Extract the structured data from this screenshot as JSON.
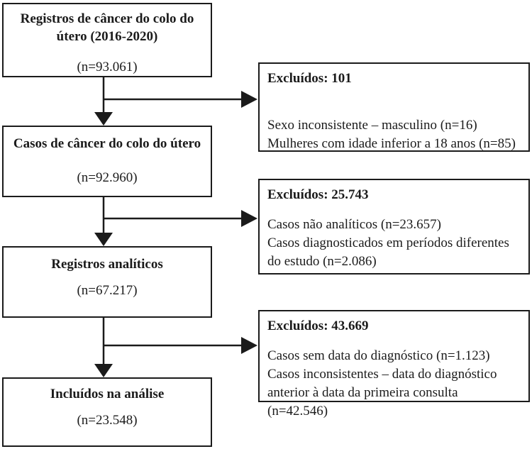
{
  "figure": {
    "kind": "study-selection-flowchart",
    "language": "pt-BR"
  },
  "colors": {
    "border": "#1b1b1b",
    "text": "#1b1b1b",
    "arrow": "#1b1b1b",
    "background": "#ffffff"
  },
  "flow_boxes": [
    {
      "title": "Registros de câncer do colo do útero (2016-2020)",
      "n": "(n=93.061)"
    },
    {
      "title": "Casos de câncer do colo do útero",
      "n": "(n=92.960)"
    },
    {
      "title": "Registros analíticos",
      "n": "(n=67.217)"
    },
    {
      "title": "Incluídos na análise",
      "n": "(n=23.548)"
    }
  ],
  "exclusion_boxes": [
    {
      "header": "Excluídos: 101",
      "items": [
        "Sexo inconsistente – masculino (n=16)",
        "Mulheres com idade inferior a 18 anos (n=85)"
      ]
    },
    {
      "header": "Excluídos: 25.743",
      "items": [
        "Casos não analíticos (n=23.657)",
        "Casos diagnosticados em períodos diferentes do estudo (n=2.086)"
      ]
    },
    {
      "header": "Excluídos: 43.669",
      "items": [
        "Casos sem data do diagnóstico (n=1.123)",
        "Casos inconsistentes – data do diagnóstico anterior à data da primeira consulta (n=42.546)"
      ]
    }
  ]
}
